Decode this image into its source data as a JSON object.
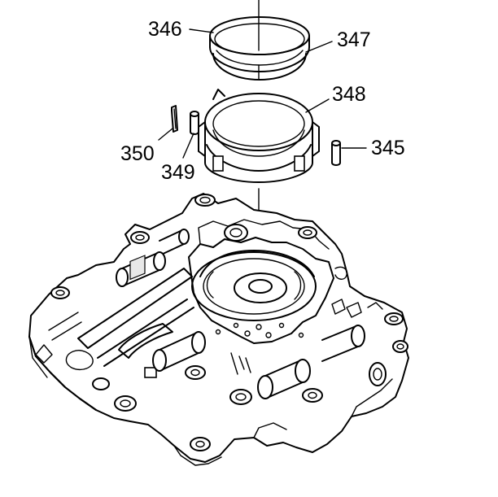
{
  "callouts": {
    "c346": "346",
    "c347": "347",
    "c348": "348",
    "c345": "345",
    "c350": "350",
    "c349": "349"
  }
}
